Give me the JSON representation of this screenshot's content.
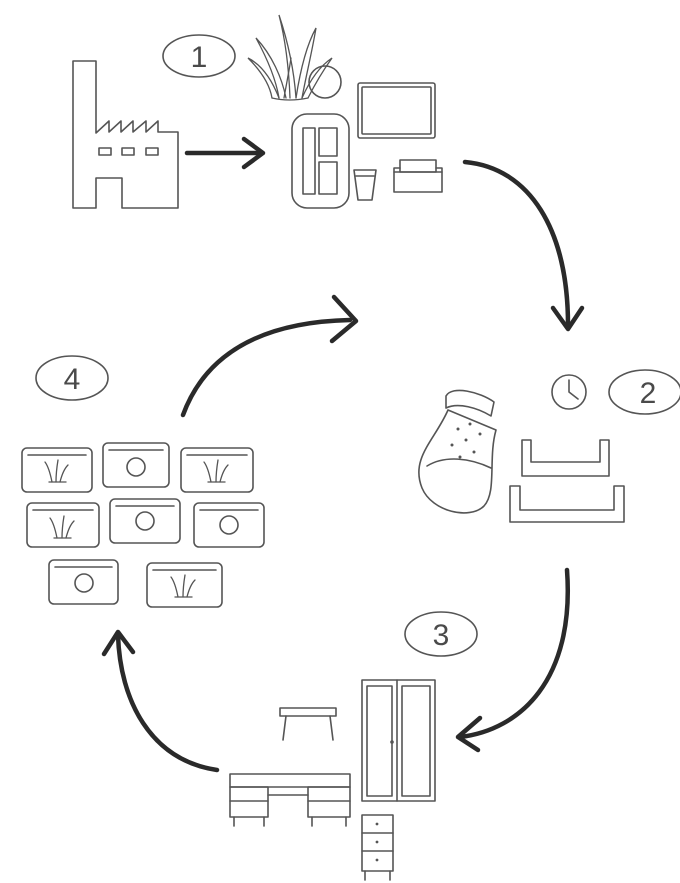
{
  "steps": [
    {
      "label": "1"
    },
    {
      "label": "2"
    },
    {
      "label": "3"
    },
    {
      "label": "4"
    }
  ],
  "icons": {
    "factory": "factory-icon",
    "raw_materials": "raw-materials-icon",
    "manufactured_products": "products-icon",
    "fertilizer": "fertilizer-bag-icon",
    "clock": "clock-icon",
    "trays": "tray-icon",
    "furniture": "furniture-icon",
    "planters": "planter-box-icon"
  },
  "colors": {
    "line": "#555555",
    "arrow": "#2a2a2a",
    "label_text": "#4a4a4a"
  }
}
